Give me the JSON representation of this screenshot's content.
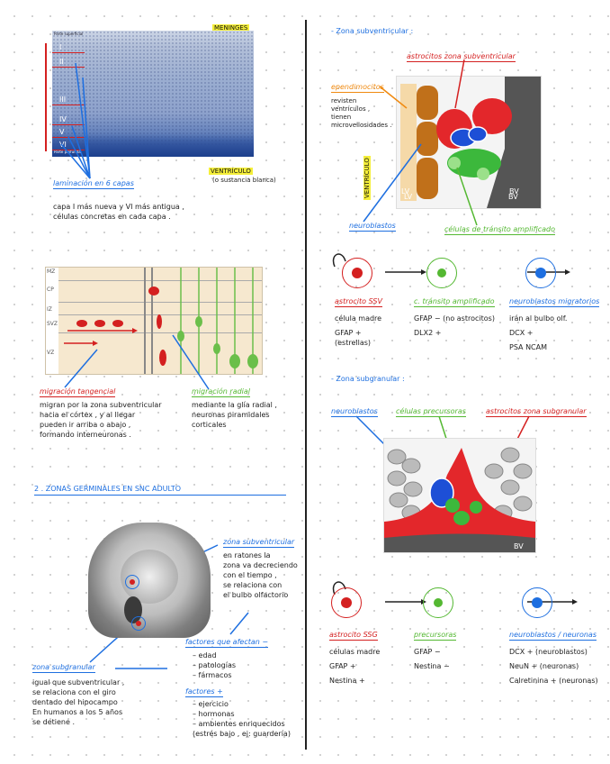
{
  "left": {
    "meninges_label": "MENINGES",
    "cortex": {
      "top_label": "Parte superficial",
      "bottom_label": "Parte profunda",
      "layers": [
        "I",
        "II",
        "III",
        "IV",
        "V",
        "VI"
      ],
      "ventricle_label": "VENTRÍCULO",
      "ventricle_note": "(o sustancia blanca)",
      "heading": "laminación en 6 capas",
      "note": "capa I más nueva y VI más antigua ,\ncélulas concretas en cada capa ."
    },
    "migration": {
      "zones": [
        "MZ",
        "CP",
        "IZ",
        "SVZ",
        "VZ"
      ],
      "tangential_heading": "migración tangencial",
      "tangential_note": "migran por la zona subventricular\nhacia el córtex , y al llegar\npueden ir arriba o abajo ,\nformando interneuronas .",
      "radial_heading": "migración radial",
      "radial_note": "mediante la glía radial ,\nneuronas piramidales\ncorticales"
    },
    "section2_title": "2 . ZONAS GERMINALES EN SNC ADULTO",
    "svz_heading": "zona subventricular",
    "svz_note": "en ratones la\nzona va decreciendo\ncon el tiempo ,\nse relaciona con\nel bulbo olfactorio",
    "sgz_heading": "zona subgranular",
    "sgz_note": "igual que subventricular ,\nse relaciona con el giro\ndentado del hipocampo\nEn humanos a los 5 años\nse detiene .",
    "factors_neg_heading": "factores que afectan −",
    "factors_neg": [
      "– edad",
      "– patologías",
      "– fármacos"
    ],
    "factors_pos_heading": "factores +",
    "factors_pos": [
      "– ejercicio",
      "– hormonas",
      "– ambientes enriquecidos\n(estrés bajo , ej: guardería)"
    ]
  },
  "right": {
    "svz_title": "- Zona subventricular :",
    "svz_astro_label": "astrocitos zona subventricular",
    "ependymal_label": "ependimocitos",
    "ependymal_note": "revisten\nventrículos ,\ntienen\nmicrovellosidades .",
    "ventricle_vertical": "VENTRÍCULO",
    "lv": "LV",
    "bv": "BV",
    "neuroblasts_label": "neuroblastos",
    "transit_label": "células de tránsito amplificado",
    "row1": [
      {
        "title": "astrocito SSV",
        "lines": [
          "célula madre",
          "GFAP +\n(estrellas)"
        ]
      },
      {
        "title": "c. tránsito amplificado",
        "lines": [
          "GFAP − (no astrocitos)",
          "DLX2 +"
        ]
      },
      {
        "title": "neuroblastos migratorios",
        "lines": [
          "irán al bulbo olf.",
          "DCX +",
          "PSA NCAM"
        ]
      }
    ],
    "sgz_title": "- Zona subgranular :",
    "sgz_neuroblast_label": "neuroblastos",
    "sgz_precursor_label": "células precursoras",
    "sgz_astro_label": "astrocitos zona subgranular",
    "row2": [
      {
        "title": "astrocito SSG",
        "lines": [
          "células madre",
          "GFAP +",
          "Nestina +"
        ]
      },
      {
        "title": "precursoras",
        "lines": [
          "GFAP −",
          "Nestina −"
        ]
      },
      {
        "title": "neuroblastos / neuronas",
        "lines": [
          "DCX + (neuroblastos)",
          "NeuN + (neuronas)",
          "Calretinina + (neuronas)"
        ]
      }
    ],
    "colors": {
      "red": "#d42020",
      "green": "#54b832",
      "blue": "#1e6fe0",
      "orange": "#f08a10"
    }
  }
}
